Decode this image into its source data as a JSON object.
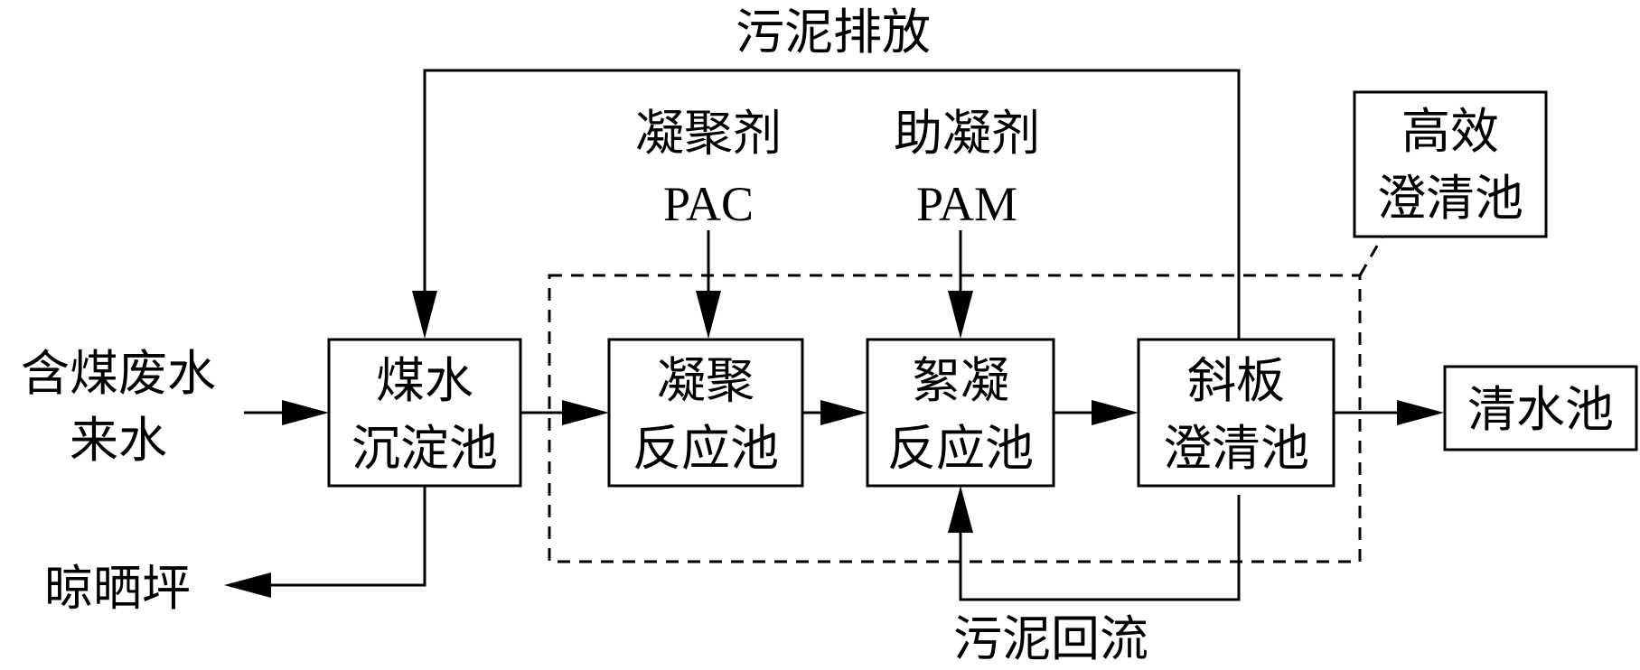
{
  "labels": {
    "sludge_discharge": "污泥排放",
    "coagulant": "凝聚剂",
    "coagulant_code": "PAC",
    "flocculant_aid": "助凝剂",
    "flocculant_aid_code": "PAM",
    "hec_line1": "高效",
    "hec_line2": "澄清池",
    "inflow_line1": "含煤废水",
    "inflow_line2": "来水",
    "drying_bed": "晾晒坪",
    "clear_water_tank": "清水池",
    "sludge_return": "污泥回流"
  },
  "boxes": {
    "coal_sedimentation": {
      "line1": "煤水",
      "line2": "沉淀池"
    },
    "coagulation_reaction": {
      "line1": "凝聚",
      "line2": "反应池"
    },
    "flocculation_reaction": {
      "line1": "絮凝",
      "line2": "反应池"
    },
    "inclined_plate_clarifier": {
      "line1": "斜板",
      "line2": "澄清池"
    }
  }
}
